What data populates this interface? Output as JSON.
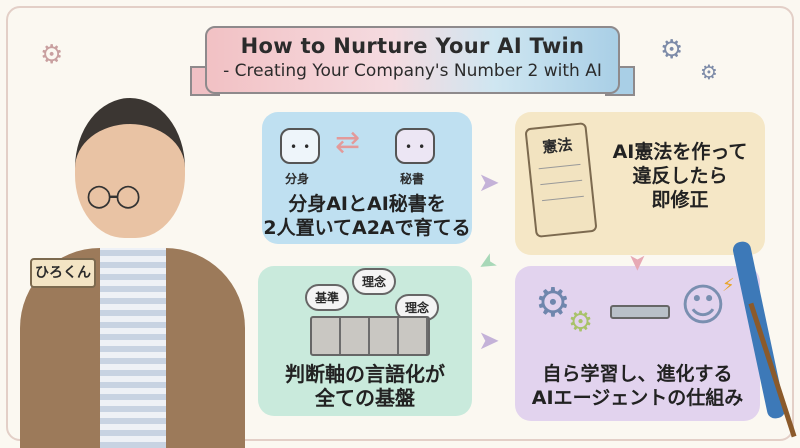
{
  "title": {
    "line1": "How to Nurture Your AI Twin",
    "line2": "- Creating Your Company's Number 2 with AI"
  },
  "name_tag": "ひろくん",
  "step1": {
    "robot_left": "分身",
    "robot_right": "秘書",
    "text_line1": "分身AIとAI秘書を",
    "text_line2": "2人置いてA2Aで育てる"
  },
  "step2": {
    "scroll_label": "憲法",
    "text_line1": "AI憲法を作って",
    "text_line2": "違反したら",
    "text_line3": "即修正"
  },
  "step3": {
    "clouds": [
      "基準",
      "理念",
      "理念"
    ],
    "text_line1": "判断軸の言語化が",
    "text_line2": "全ての基盤"
  },
  "step4": {
    "text_line1": "自ら学習し、進化する",
    "text_line2": "AIエージェントの仕組み"
  },
  "colors": {
    "blue": "#bfe0f1",
    "tan": "#f5e7c6",
    "green": "#c9eadc",
    "purple": "#e2d3ee"
  }
}
